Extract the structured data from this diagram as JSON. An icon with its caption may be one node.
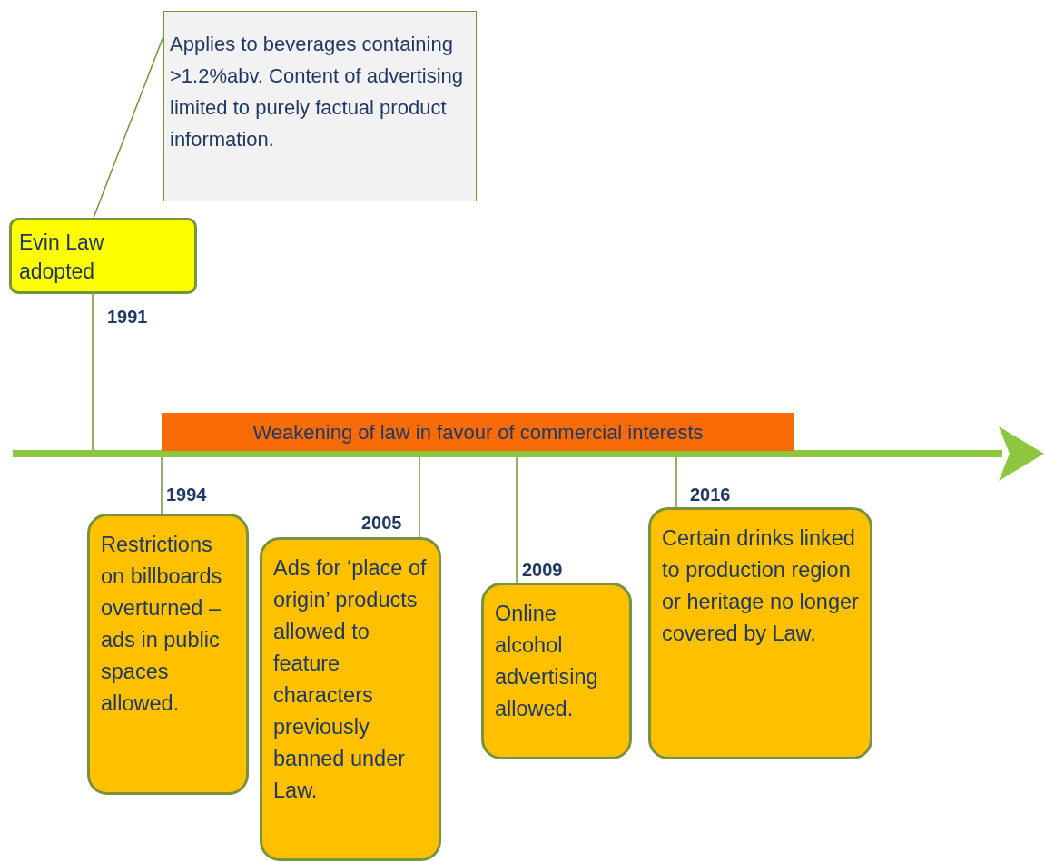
{
  "diagram": {
    "nodes": [
      {
        "text": [
          "Applies to beverages containing >1.2%abv. Content of advertising limited to purely factual product information."
        ]
      },
      {
        "text": [
          "Evin Law adopted"
        ],
        "beside": [
          "1991"
        ]
      },
      {
        "text": [
          "Weakening of law in favour of commercial interests"
        ]
      },
      {
        "text": [
          "Restrictions on billboards overturned – ads in public spaces allowed."
        ],
        "beside": [
          "1994"
        ]
      },
      {
        "text": [
          "Ads for ‘place of origin’ products allowed to feature characters previously banned under Law."
        ],
        "beside": [
          "2005"
        ]
      },
      {
        "text": [
          "Online alcohol advertising allowed."
        ],
        "beside": [
          "2009"
        ]
      },
      {
        "text": [
          "Certain drinks linked to production region or heritage no longer covered by Law."
        ],
        "beside": [
          "2016"
        ]
      },
      {
        "text": [],
        "shape": "arrow"
      }
    ],
    "edges": [
      {
        "from": 0,
        "to": 1,
        "arrow": "none"
      },
      {
        "from": 1,
        "to": 7,
        "arrow": "none"
      },
      {
        "from": 3,
        "to": 7,
        "arrow": "none"
      },
      {
        "from": 4,
        "to": 7,
        "arrow": "none"
      },
      {
        "from": 5,
        "to": 7,
        "arrow": "none"
      },
      {
        "from": 6,
        "to": 7,
        "arrow": "none"
      }
    ]
  }
}
